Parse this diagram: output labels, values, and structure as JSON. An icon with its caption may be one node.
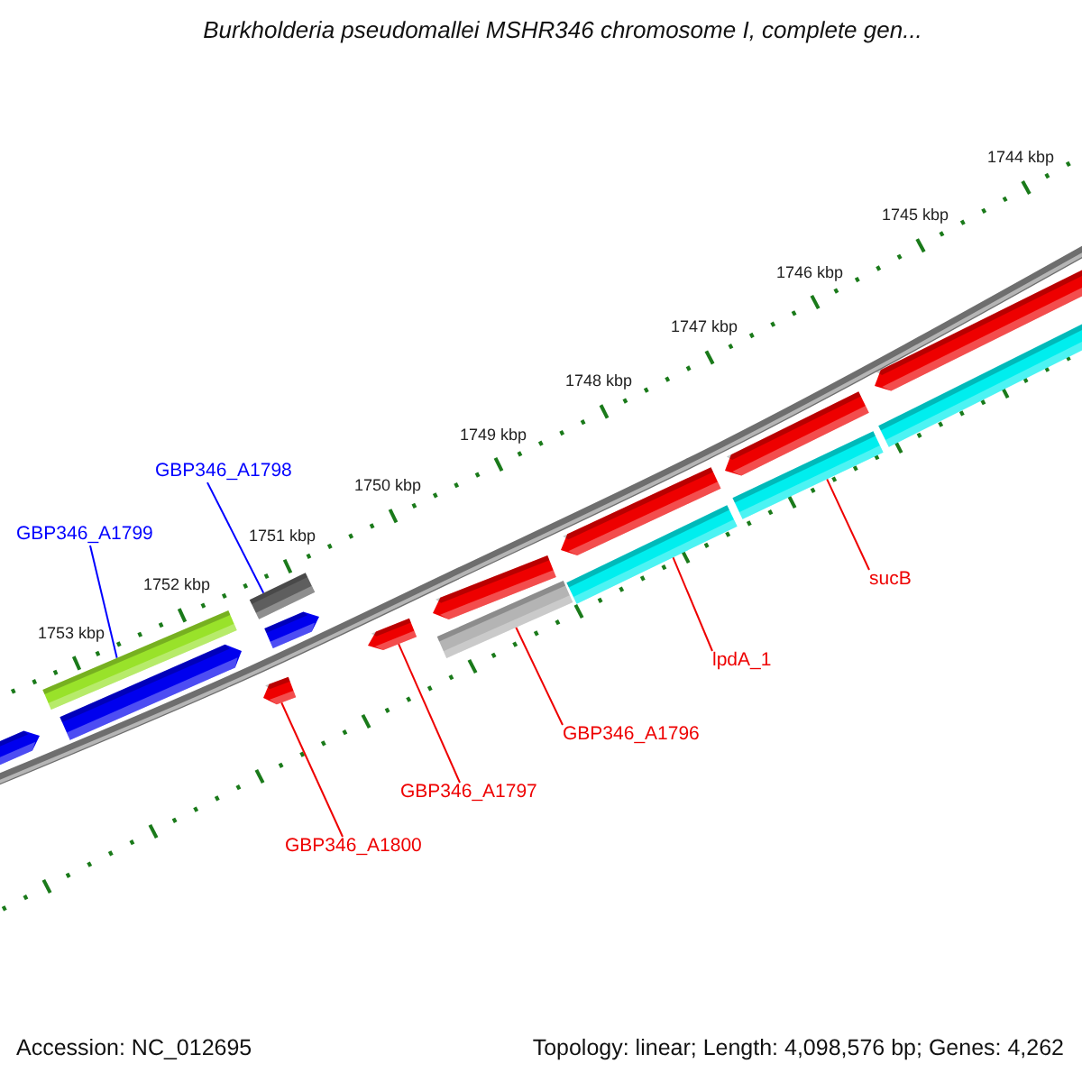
{
  "diagram": {
    "title": "Burkholderia pseudomallei MSHR346 chromosome I, complete gen...",
    "nodes": [
      {
        "text": [
          "GBP346_A1798"
        ]
      },
      {
        "text": [
          "GBP346_A1799"
        ]
      },
      {
        "text": [
          "sucB"
        ]
      },
      {
        "text": [
          "lpdA_1"
        ]
      },
      {
        "text": [
          "GBP346_A1796"
        ]
      },
      {
        "text": [
          "GBP346_A1797"
        ]
      },
      {
        "text": [
          "GBP346_A1800"
        ]
      },
      {
        "text": [],
        "shape": "bar"
      },
      {
        "text": [],
        "shape": "bar"
      },
      {
        "text": [],
        "shape": "bar"
      },
      {
        "text": [],
        "shape": "bar"
      },
      {
        "text": [],
        "shape": "bar"
      },
      {
        "text": [],
        "shape": "bar"
      },
      {
        "text": [],
        "shape": "bar"
      }
    ],
    "edges": [
      {
        "from": 0,
        "to": 8,
        "arrow": "none",
        "color": "#0000ff"
      },
      {
        "from": 1,
        "to": 7,
        "arrow": "none",
        "color": "#0000ff"
      },
      {
        "from": 2,
        "to": 13,
        "arrow": "none"
      },
      {
        "from": 3,
        "to": 12,
        "arrow": "none"
      },
      {
        "from": 4,
        "to": 11,
        "arrow": "none"
      },
      {
        "from": 5,
        "to": 10,
        "arrow": "none"
      },
      {
        "from": 6,
        "to": 9,
        "arrow": "none"
      }
    ],
    "labels": [
      "1744 kbp",
      "1745 kbp",
      "1746 kbp",
      "1747 kbp",
      "1748 kbp",
      "1749 kbp",
      "1750 kbp",
      "1751 kbp",
      "1752 kbp",
      "1753 kbp",
      "Accession: NC_012695",
      "Topology: linear; Length: 4,098,576 bp; Genes: 4,262"
    ]
  }
}
